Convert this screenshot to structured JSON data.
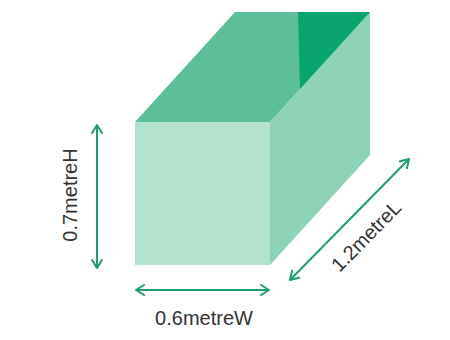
{
  "diagram": {
    "labels": [
      "0.7metreH",
      "0.6metreW",
      "1.2metreL"
    ]
  }
}
